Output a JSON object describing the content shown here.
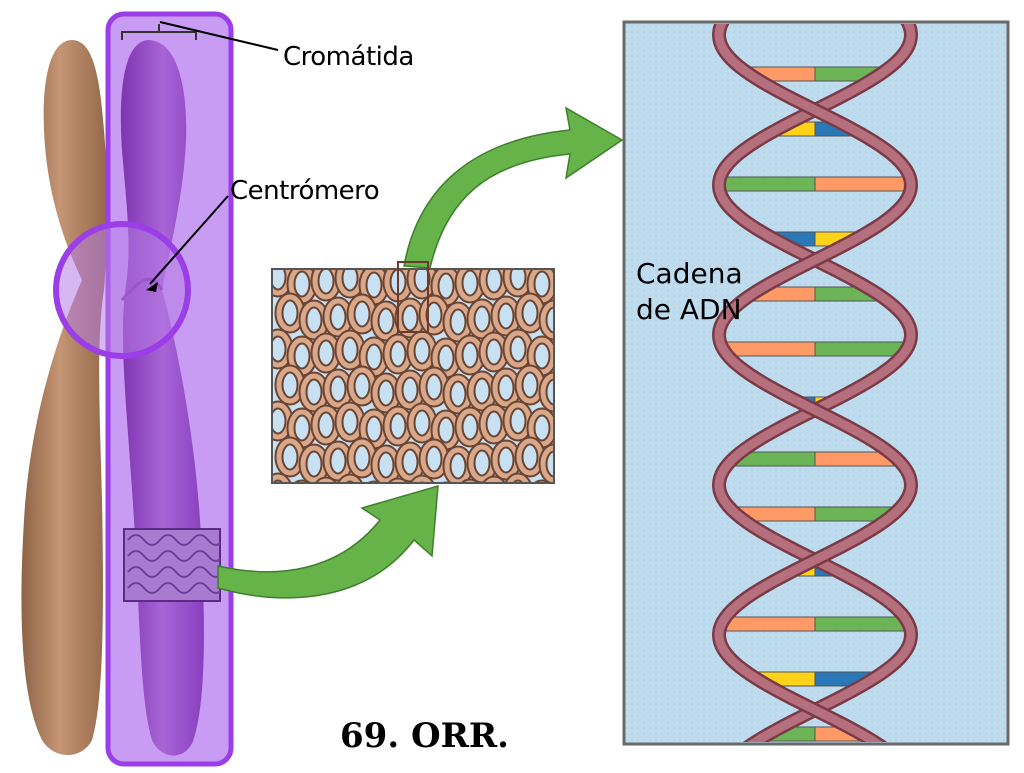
{
  "labels": {
    "chromatid": "Cromátida",
    "centromere": "Centrómero",
    "dna_line1": "Cadena",
    "dna_line2": "de ADN",
    "footer": "69. ORR."
  },
  "colors": {
    "chromosome_left": "#b98a66",
    "chromosome_right": "#9a4fc4",
    "highlight_fill": "#c79cf2",
    "highlight_stroke": "#9b3ee8",
    "arrow_green": "#66b34a",
    "dna_background": "#bfdcef",
    "backbone": "#b66f7d",
    "base_orange": "#ff9a66",
    "base_green": "#6cb557",
    "base_yellow": "#ffd21a",
    "base_blue": "#2a78b8"
  }
}
